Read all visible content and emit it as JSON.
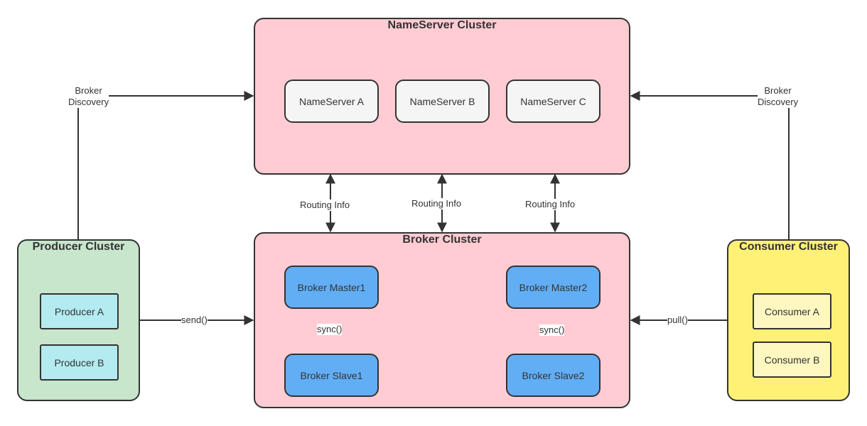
{
  "colors": {
    "nameserver_cluster_fill": "#ffccd3",
    "broker_cluster_fill": "#ffccd3",
    "producer_cluster_fill": "#c7e6cc",
    "consumer_cluster_fill": "#fff176",
    "nameserver_node_fill": "#f5f5f5",
    "broker_node_fill": "#62aef5",
    "producer_node_fill": "#b3ebf1",
    "consumer_node_fill": "#fff7c0",
    "stroke": "#333333"
  },
  "nameserver_cluster": {
    "title": "NameServer Cluster",
    "nodes": [
      "NameServer A",
      "NameServer B",
      "NameServer C"
    ]
  },
  "broker_cluster": {
    "title": "Broker Cluster",
    "master1": "Broker Master1",
    "master2": "Broker Master2",
    "slave1": "Broker Slave1",
    "slave2": "Broker Slave2",
    "sync_label_1": "sync()",
    "sync_label_2": "sync()"
  },
  "producer_cluster": {
    "title": "Producer Cluster",
    "nodes": [
      "Producer A",
      "Producer B"
    ]
  },
  "consumer_cluster": {
    "title": "Consumer Cluster",
    "nodes": [
      "Consumer A",
      "Consumer B"
    ]
  },
  "edges": {
    "broker_discovery_left": "Broker\nDiscovery",
    "broker_discovery_right": "Broker\nDiscovery",
    "routing_info": [
      "Routing Info",
      "Routing Info",
      "Routing Info"
    ],
    "send": "send()",
    "pull": "pull()"
  }
}
